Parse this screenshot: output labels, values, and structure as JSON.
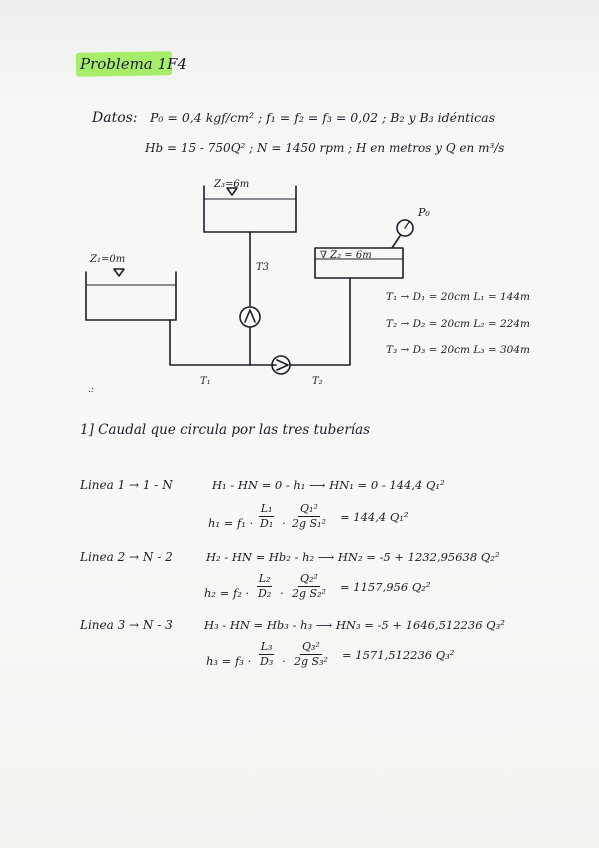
{
  "title": "Problema 1F4",
  "datos": {
    "label": "Datos:",
    "line1": "P₀ = 0,4 kgf/cm² ;  f₁ = f₂ = f₃ = 0,02 ;  B₂ y B₃ idénticas",
    "line2": "Hb = 15 - 750Q² ; N = 1450 rpm ; H en metros y Q en m³/s"
  },
  "diagram": {
    "z1": "Z₁=0m",
    "z3": "Z₃=6m",
    "z2": "∇ Z₂ = 6m",
    "p0": "P₀",
    "t3": "T3",
    "t1": "T₁",
    "t2": "T₂",
    "pipes": [
      "T₁ → D₁ = 20cm  L₁ = 144m",
      "T₂ → D₂ = 20cm  L₂ = 224m",
      "T₃ → D₃ = 20cm  L₃ = 304m"
    ]
  },
  "section1": {
    "heading": "1] Caudal que circula por las tres tuberías",
    "linea1": {
      "label": "Linea 1 → 1 - N",
      "eq": "H₁ - HN = 0 - h₁ ⟶ HN₁ = 0 - 144,4 Q₁²",
      "h_lhs": "h₁ = f₁ ·",
      "frac1_num": "L₁",
      "frac1_den": "D₁",
      "frac2_num": "Q₁²",
      "frac2_den": "2g S₁²",
      "h_result": "= 144,4 Q₁²"
    },
    "linea2": {
      "label": "Linea 2 → N - 2",
      "eq": "H₂ - HN = Hb₂ - h₂ ⟶ HN₂ = -5 + 1232,95638 Q₂²",
      "h_lhs": "h₂ = f₂ ·",
      "frac1_num": "L₂",
      "frac1_den": "D₂",
      "frac2_num": "Q₂²",
      "frac2_den": "2g S₂²",
      "h_result": "= 1157,956 Q₂²"
    },
    "linea3": {
      "label": "Linea 3 → N - 3",
      "eq": "H₃ - HN = Hb₃ - h₃ ⟶ HN₃ = -5 + 1646,512236 Q₃²",
      "h_lhs": "h₃ = f₃ ·",
      "frac1_num": "L₃",
      "frac1_den": "D₃",
      "frac2_num": "Q₃²",
      "frac2_den": "2g S₃²",
      "h_result": "= 1571,512236 Q₃²"
    }
  }
}
